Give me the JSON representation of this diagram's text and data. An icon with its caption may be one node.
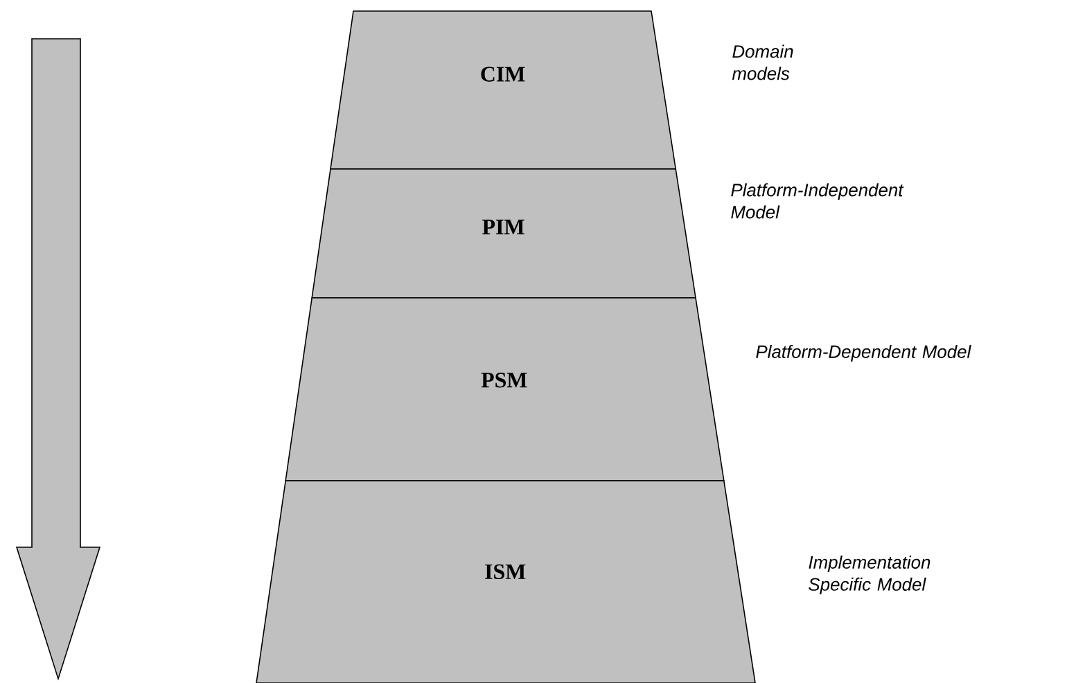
{
  "diagram": {
    "nodes": [
      {
        "text": [
          "CIM"
        ],
        "beside": [
          "Domain models"
        ]
      },
      {
        "text": [
          "PIM"
        ],
        "beside": [
          "Platform-Independent Model"
        ]
      },
      {
        "text": [
          "PSM"
        ],
        "beside": [
          "Platform-Dependent Model"
        ]
      },
      {
        "text": [
          "ISM"
        ],
        "beside": [
          "Implementation Specific Model"
        ]
      }
    ]
  }
}
